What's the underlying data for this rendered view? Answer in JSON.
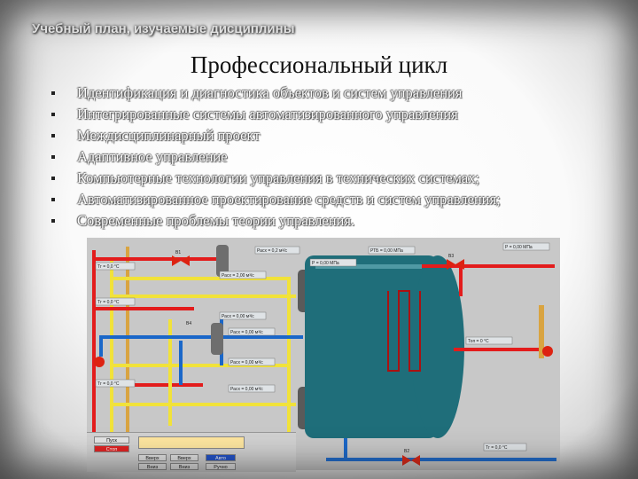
{
  "header": {
    "title": "Учебный план, изучаемые дисциплины"
  },
  "slide": {
    "title": "Профессиональный цикл",
    "topics": [
      "Идентификация и диагностика объектов и систем управления",
      "Интегрированные системы автоматизированного управления",
      "Междисциплинарный проект",
      "Адаптивное управление",
      "Компьютерные технологии управления в технических системах;",
      "Автоматизированное проектирование средств и систем управления;",
      "Современные проблемы теории управления."
    ]
  },
  "scada": {
    "labels": {
      "rate1": "Расх = 0,2 м³/с",
      "rate2": "Расх = 2,00 м³/с",
      "rate3": "Расх = 0,00 м³/с",
      "rate4": "Расх = 0,00 м³/с",
      "rate5": "Расх = 0,00 м³/с",
      "rate6": "Расх = 0,00 м³/с",
      "temp1": "Тг = 0,0 °С",
      "temp2": "Тг = 0,0 °С",
      "temp3": "Тг = 0,0 °С",
      "temp4": "Тг = 0,0 °С",
      "ptb": "РТБ = 0,00 МПа",
      "pressure1": "Р = 0,00 МПа",
      "pressure2": "Р = 0,00 МПа",
      "fuel": "Топ = 0 °С",
      "v1": "В1",
      "v2": "В2",
      "v3": "В3",
      "v4": "В4"
    },
    "panel": {
      "start": "Пуск",
      "stop": "Стоп",
      "up1": "Вверх",
      "up2": "Вверх",
      "down1": "Вниз",
      "down2": "Вниз",
      "manual": "Ручно",
      "auto": "Авто"
    },
    "colors": {
      "tank": "#1f6e7a",
      "hot_pipe": "#e31c1c",
      "cold_pipe": "#1a67c9",
      "gas_pipe": "#f1e23a",
      "steam_pipe": "#d9a441"
    }
  }
}
